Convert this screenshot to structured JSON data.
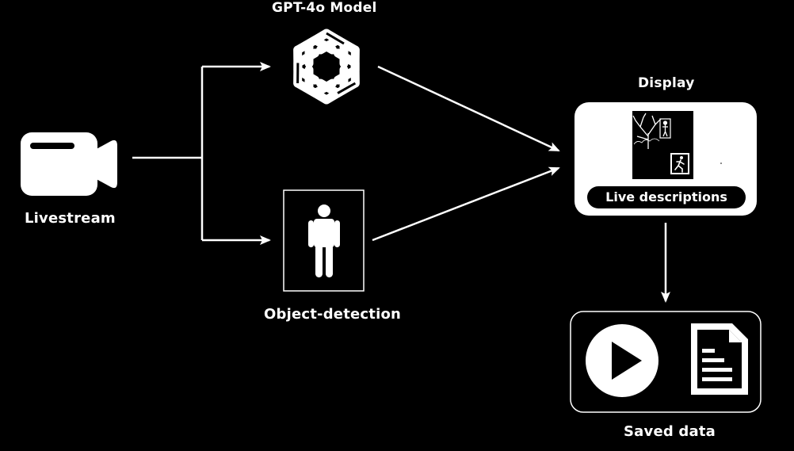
{
  "diagram": {
    "nodes": {
      "livestream": {
        "label": "Livestream",
        "icon": "video-camera-icon"
      },
      "gpt_model": {
        "label": "GPT-4o Model",
        "icon": "openai-logo-icon"
      },
      "object_detection": {
        "label": "Object-detection",
        "icon": "person-figure-icon"
      },
      "display": {
        "label": "Display",
        "pill_text": "Live descriptions",
        "icons": [
          "tree-person-thumbnail-icon",
          "running-person-icon"
        ]
      },
      "saved_data": {
        "label": "Saved data",
        "icons": [
          "play-button-icon",
          "document-icon"
        ]
      }
    },
    "edges": [
      {
        "from": "livestream",
        "to": "gpt_model"
      },
      {
        "from": "livestream",
        "to": "object_detection"
      },
      {
        "from": "gpt_model",
        "to": "display"
      },
      {
        "from": "object_detection",
        "to": "display"
      },
      {
        "from": "display",
        "to": "saved_data"
      }
    ],
    "colors": {
      "background": "#000000",
      "foreground": "#ffffff"
    }
  }
}
